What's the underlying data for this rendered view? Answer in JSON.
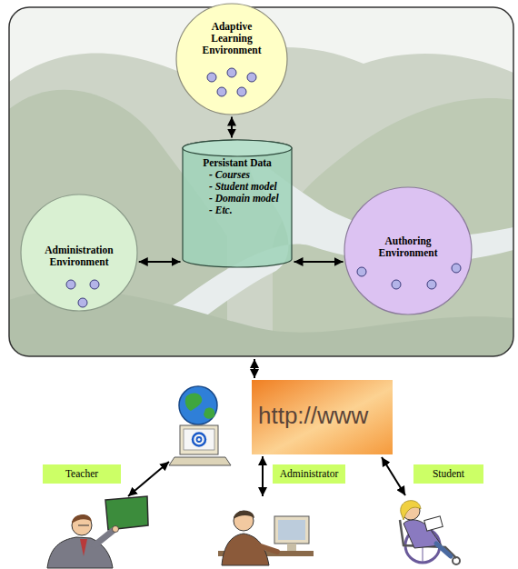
{
  "diagram": {
    "nodes": [
      {
        "text": [
          "Adaptive Learning Environment"
        ]
      },
      {
        "text": [
          "Persistant Data",
          "- Courses",
          "- Student model",
          "- Domain model",
          "- Etc."
        ]
      },
      {
        "text": [
          "Administration Environment"
        ]
      },
      {
        "text": [
          "Authoring Environment"
        ]
      },
      {
        "text": [
          "Teacher"
        ]
      },
      {
        "text": [
          "Administrator"
        ]
      },
      {
        "text": [
          "Student"
        ]
      }
    ],
    "edges": [
      {
        "from": 0,
        "to": 1,
        "arrow": "both"
      },
      {
        "from": 2,
        "to": 1,
        "arrow": "both"
      },
      {
        "from": 1,
        "to": 3,
        "arrow": "both"
      }
    ],
    "labels": [
      "http://www"
    ]
  }
}
